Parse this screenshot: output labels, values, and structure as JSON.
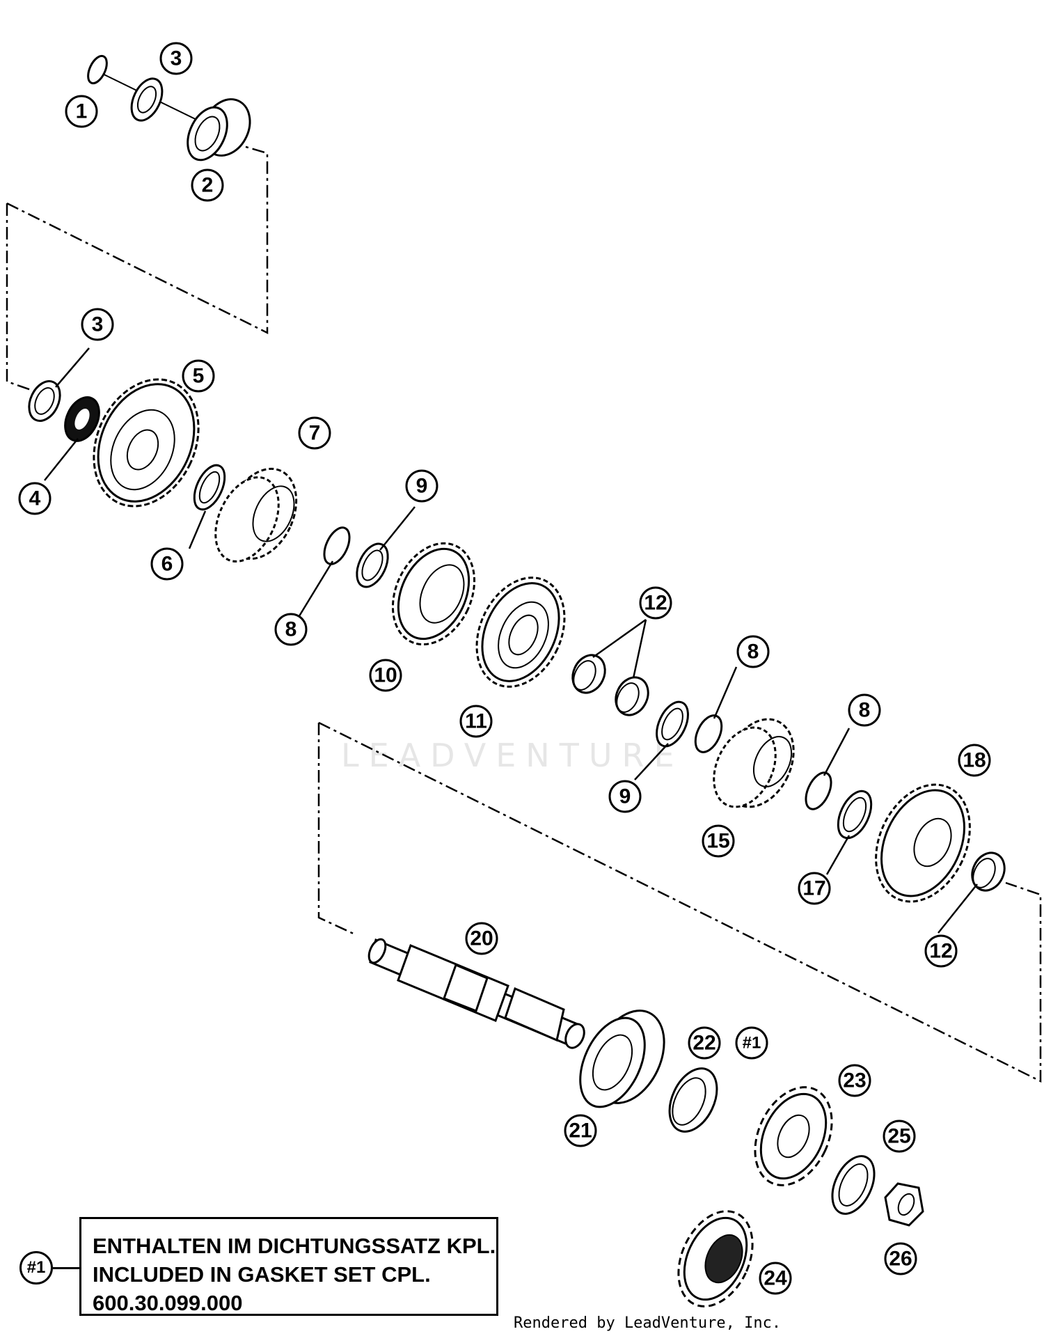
{
  "callouts": [
    {
      "id": "c1",
      "label": "1"
    },
    {
      "id": "c2",
      "label": "2"
    },
    {
      "id": "c3a",
      "label": "3"
    },
    {
      "id": "c3b",
      "label": "3"
    },
    {
      "id": "c4",
      "label": "4"
    },
    {
      "id": "c5",
      "label": "5"
    },
    {
      "id": "c6",
      "label": "6"
    },
    {
      "id": "c7",
      "label": "7"
    },
    {
      "id": "c8a",
      "label": "8"
    },
    {
      "id": "c8b",
      "label": "8"
    },
    {
      "id": "c8c",
      "label": "8"
    },
    {
      "id": "c9a",
      "label": "9"
    },
    {
      "id": "c9b",
      "label": "9"
    },
    {
      "id": "c10",
      "label": "10"
    },
    {
      "id": "c11",
      "label": "11"
    },
    {
      "id": "c12a",
      "label": "12"
    },
    {
      "id": "c12b",
      "label": "12"
    },
    {
      "id": "c15",
      "label": "15"
    },
    {
      "id": "c17",
      "label": "17"
    },
    {
      "id": "c18",
      "label": "18"
    },
    {
      "id": "c20",
      "label": "20"
    },
    {
      "id": "c21",
      "label": "21"
    },
    {
      "id": "c22",
      "label": "22"
    },
    {
      "id": "c_ref1",
      "label": "#1"
    },
    {
      "id": "c23",
      "label": "23"
    },
    {
      "id": "c24",
      "label": "24"
    },
    {
      "id": "c25",
      "label": "25"
    },
    {
      "id": "c26",
      "label": "26"
    }
  ],
  "note": {
    "ref": "#1",
    "line1": "ENTHALTEN IM DICHTUNGSSATZ KPL.",
    "line2": "INCLUDED IN GASKET SET CPL.",
    "line3": "600.30.099.000"
  },
  "credit": "Rendered by LeadVenture, Inc.",
  "watermark": "LEADVENTURE"
}
